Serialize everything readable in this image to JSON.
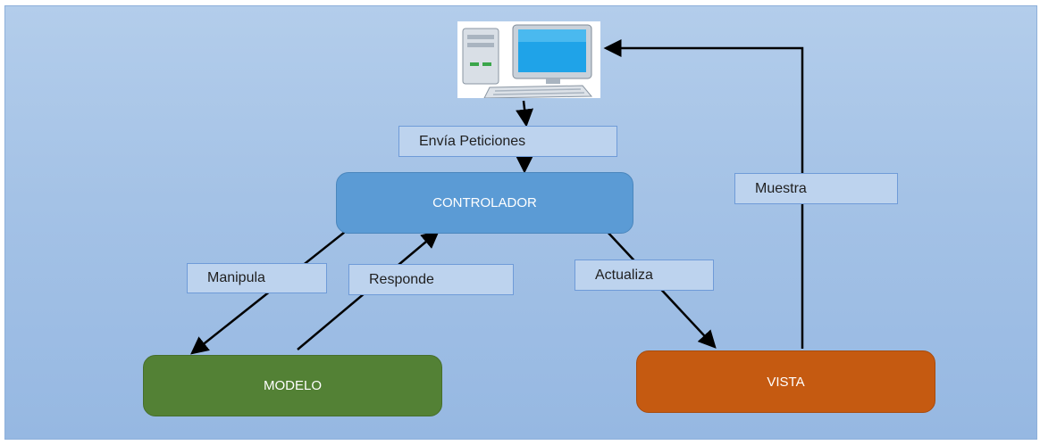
{
  "nodes": {
    "controlador": "CONTROLADOR",
    "modelo": "MODELO",
    "vista": "VISTA"
  },
  "labels": {
    "envia": "Envía Peticiones",
    "muestra": "Muestra",
    "manipula": "Manipula",
    "responde": "Responde",
    "actualiza": "Actualiza"
  },
  "colors": {
    "controlador": "#5b9bd5",
    "modelo": "#538135",
    "vista": "#c55a11"
  },
  "icons": [
    "computer-icon"
  ]
}
